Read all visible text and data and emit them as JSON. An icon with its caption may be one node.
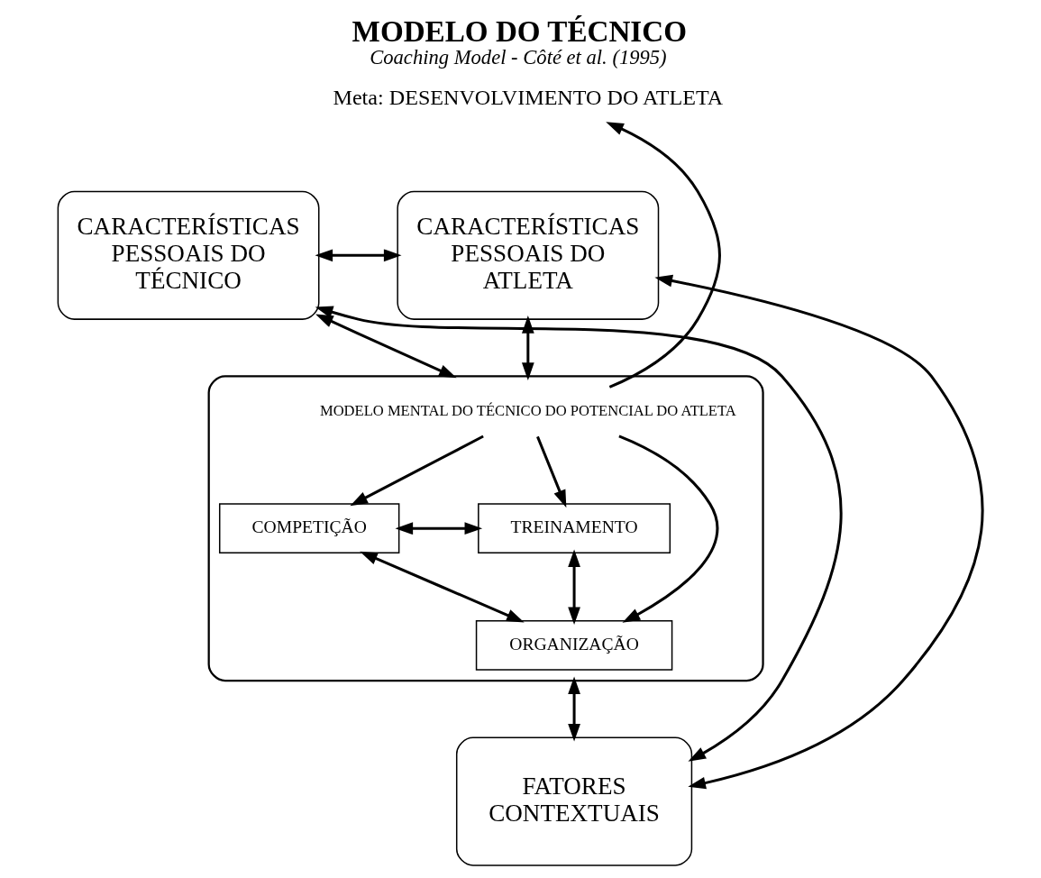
{
  "diagram": {
    "title": "MODELO DO TÉCNICO",
    "caption": "Coaching Model - Côté et al. (1995)",
    "nodes": [
      {
        "text": [
          "Meta: DESENVOLVIMENTO DO ATLETA"
        ]
      },
      {
        "text": [
          "CARACTERÍSTICAS PESSOAIS DO TÉCNICO"
        ]
      },
      {
        "text": [
          "CARACTERÍSTICAS PESSOAIS DO ATLETA"
        ]
      },
      {
        "text": [],
        "shape": "ellipse"
      },
      {
        "text": [
          "MODELO MENTAL DO TÉCNICO DO POTENCIAL DO ATLETA"
        ],
        "in": 3
      },
      {
        "text": [
          "COMPETIÇÃO"
        ],
        "in": 3
      },
      {
        "text": [
          "TREINAMENTO"
        ],
        "in": 3
      },
      {
        "text": [
          "ORGANIZAÇÃO"
        ],
        "in": 3
      },
      {
        "text": [
          "FATORES CONTEXTUAIS"
        ]
      }
    ],
    "edges": [
      {
        "from": 3,
        "to": 0,
        "arrow": "to"
      },
      {
        "from": 1,
        "to": 2,
        "arrow": "both"
      },
      {
        "from": 1,
        "to": 3,
        "arrow": "both"
      },
      {
        "from": 2,
        "to": 3,
        "arrow": "both"
      },
      {
        "from": 4,
        "to": 5,
        "arrow": "to"
      },
      {
        "from": 4,
        "to": 6,
        "arrow": "to"
      },
      {
        "from": 5,
        "to": 6,
        "arrow": "both"
      },
      {
        "from": 4,
        "to": 7,
        "arrow": "to"
      },
      {
        "from": 5,
        "to": 7,
        "arrow": "both"
      },
      {
        "from": 6,
        "to": 7,
        "arrow": "both"
      },
      {
        "from": 3,
        "to": 8,
        "arrow": "both"
      },
      {
        "from": 8,
        "to": 1,
        "arrow": "both"
      },
      {
        "from": 8,
        "to": 2,
        "arrow": "both"
      }
    ]
  }
}
